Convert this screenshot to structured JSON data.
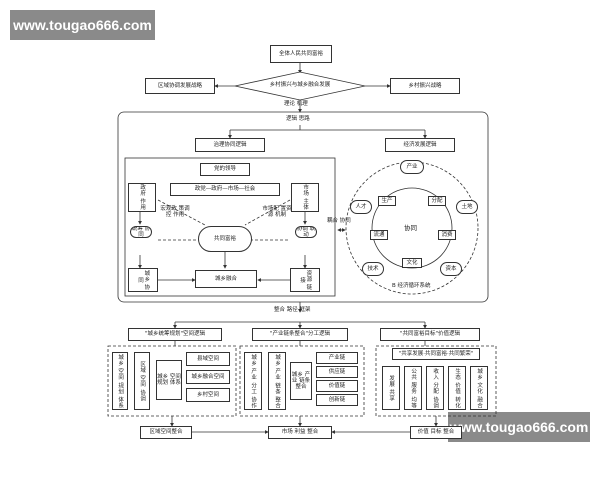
{
  "watermark": {
    "top": "www.tougao666.com",
    "bottom": "www.tougao666.com"
  },
  "top": {
    "goal": "全体人民共同富裕",
    "strategy": "乡村振兴与城乡融合发展",
    "left": "区域协调发展战略",
    "right": "乡村振兴战略",
    "theory": "理论 机理",
    "logic": "逻辑 思路"
  },
  "governance": {
    "title": "治理协同逻辑",
    "party": "党的领导",
    "chain": "政党—政府—市场—社会",
    "gov": "政府 作用",
    "market": "市场 主体",
    "center": "共同富裕",
    "mech": "城乡融合",
    "left_note": "宏观政 策调控 作用",
    "right_note": "市场配 置资源 机制",
    "sub_left": "统筹 协同",
    "sub_right": "协调 联动",
    "bottom_left": "城乡 协同",
    "bottom_right": "资源 链接"
  },
  "economy": {
    "title": "经济发展逻辑",
    "center": "协同",
    "nodes": [
      "产业",
      "人才",
      "土地",
      "资本",
      "技术",
      "文化"
    ],
    "inner": [
      "生产",
      "分配",
      "流通",
      "消费"
    ],
    "caption": "B 经济循环系统"
  },
  "mid": {
    "link": "耦合 协同",
    "title": "整合 路径 框架"
  },
  "paths": [
    {
      "title": "\"城乡统筹规划\"空间逻辑",
      "col": "城乡 空间 规划 体系",
      "col2": "区域 空间 协调",
      "items": [
        "县域空间",
        "城乡融合空间",
        "乡村空间"
      ],
      "bottom": "区域空间整合"
    },
    {
      "title": "\"产业链条整合\"分工逻辑",
      "col": "城乡 产业 分工 协作",
      "col2": "城乡 产业 链条 整合",
      "items": [
        "产业链",
        "供应链",
        "价值链",
        "创新链"
      ],
      "bottom": "市场 利益 整合"
    },
    {
      "title": "\"共同富裕目标\"价值逻辑",
      "sub": "\"共享发展·共同富裕·共同繁荣\"",
      "items": [
        "发展 共享",
        "公共 服务 均等",
        "收入 分配 协调",
        "生态 价值 转化",
        "城乡 文化 融合"
      ],
      "bottom": "价值 目标 整合"
    }
  ]
}
